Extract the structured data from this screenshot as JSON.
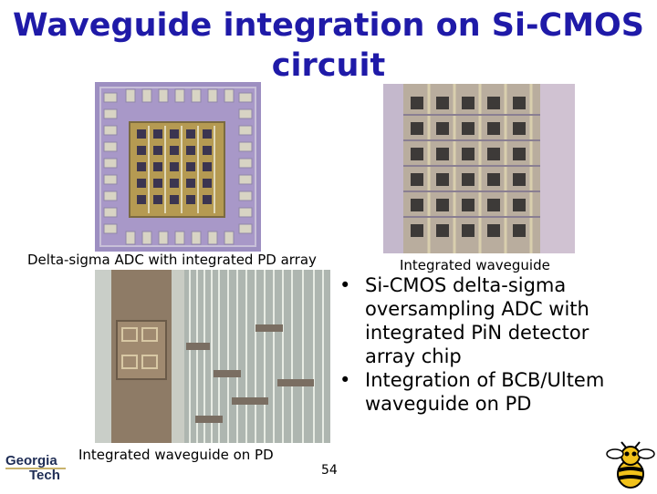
{
  "slide": {
    "title_line1": "Waveguide integration on Si-CMOS",
    "title_line2": "circuit",
    "page_number": "54"
  },
  "figures": {
    "adc_chip": {
      "caption": "Delta-sigma ADC with integrated PD array"
    },
    "waveguide_array": {
      "caption": "Integrated waveguide"
    },
    "waveguide_on_pd": {
      "caption": "Integrated waveguide on PD"
    }
  },
  "bullets": [
    {
      "marker": "•",
      "text": "Si-CMOS delta-sigma oversampling ADC with integrated PiN detector array chip"
    },
    {
      "marker": "•",
      "text": "Integration of BCB/Ultem waveguide on PD"
    }
  ],
  "logos": {
    "institution": {
      "line1": "Georgia",
      "line2": "Tech"
    }
  },
  "colors": {
    "title": "#1f1aa8",
    "chip_purple": "#9d8fc1",
    "chip_gold": "#b59a52",
    "metal_gray": "#aeb6b0"
  }
}
